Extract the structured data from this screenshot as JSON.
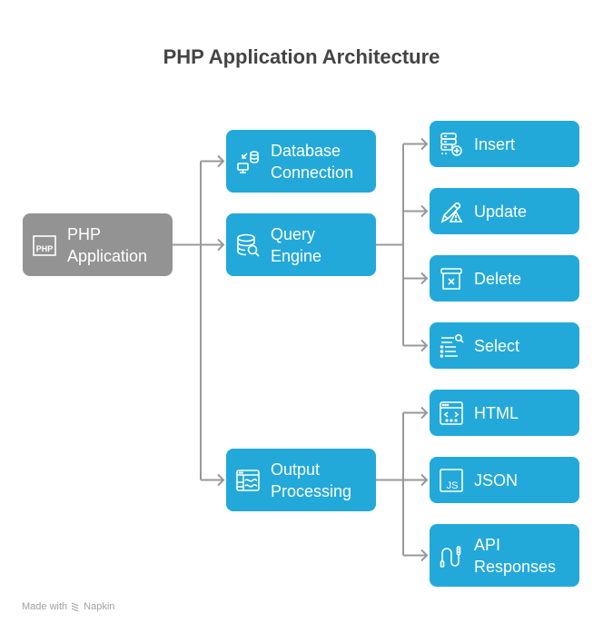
{
  "title": "PHP Application Architecture",
  "colors": {
    "root": "#939393",
    "node": "#22a9da",
    "connector": "#999999",
    "title": "#444444"
  },
  "root": {
    "label": "PHP Application",
    "icon": "php-icon"
  },
  "branches": [
    {
      "label": "Database Connection",
      "icon": "database-connection-icon",
      "children": []
    },
    {
      "label": "Query Engine",
      "icon": "database-search-icon",
      "children": [
        {
          "label": "Insert",
          "icon": "server-add-icon"
        },
        {
          "label": "Update",
          "icon": "pencil-warning-icon"
        },
        {
          "label": "Delete",
          "icon": "box-delete-icon"
        },
        {
          "label": "Select",
          "icon": "list-search-icon"
        }
      ]
    },
    {
      "label": "Output Processing",
      "icon": "window-chart-icon",
      "children": [
        {
          "label": "HTML",
          "icon": "code-window-icon"
        },
        {
          "label": "JSON",
          "icon": "js-icon"
        },
        {
          "label": "API Responses",
          "icon": "cable-icon"
        }
      ]
    }
  ],
  "footer": {
    "made_with": "Made with",
    "brand": "Napkin",
    "icon": "napkin-logo-icon"
  }
}
